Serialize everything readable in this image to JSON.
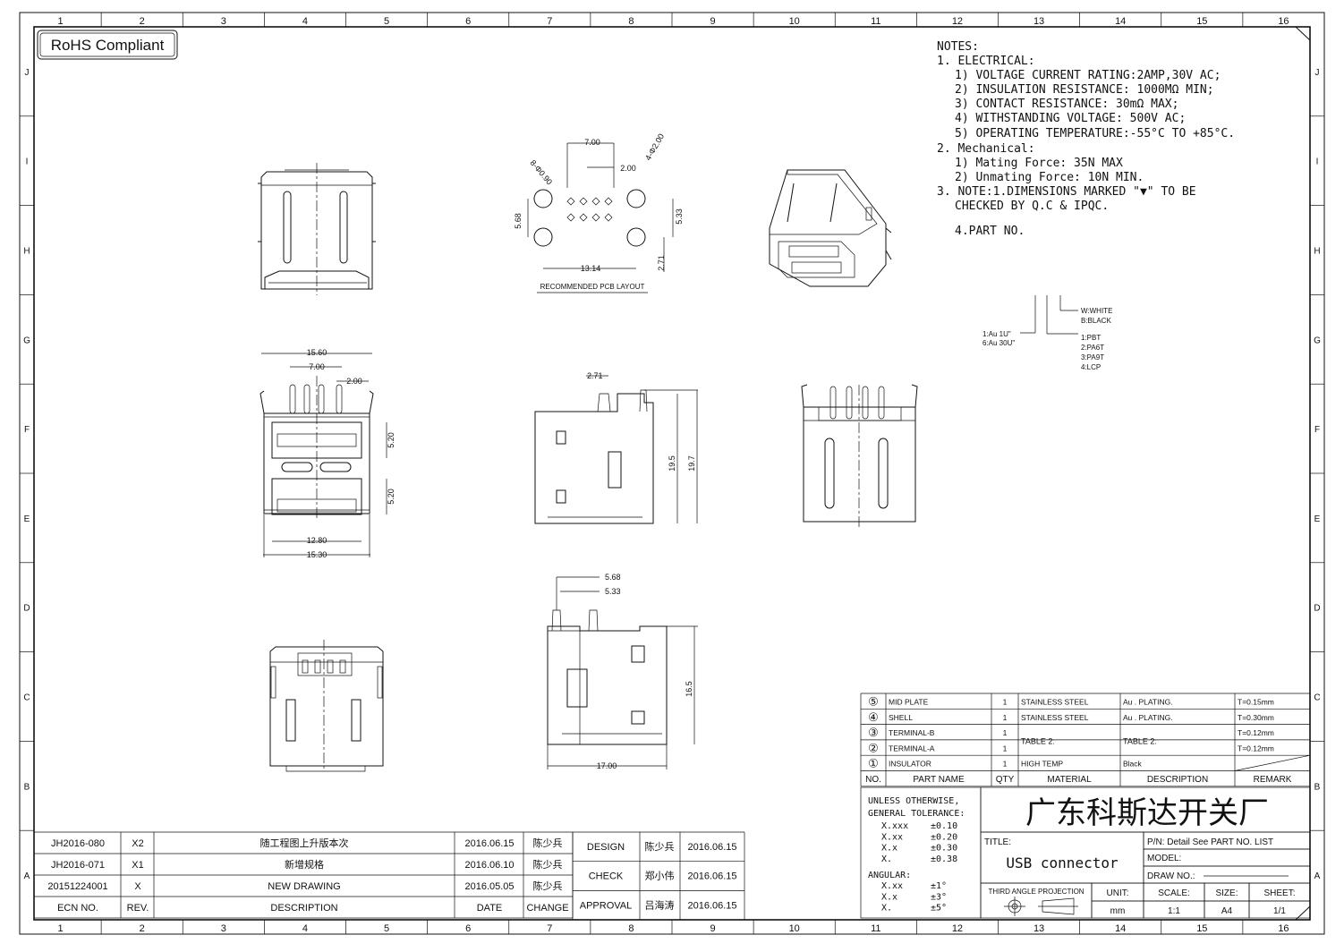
{
  "border": {
    "cols": [
      "1",
      "2",
      "3",
      "4",
      "5",
      "6",
      "7",
      "8",
      "9",
      "10",
      "11",
      "12",
      "13",
      "14",
      "15",
      "16"
    ],
    "rows": [
      "J",
      "I",
      "H",
      "G",
      "F",
      "E",
      "D",
      "C",
      "B",
      "A"
    ]
  },
  "rohs": "RoHS Compliant",
  "notes": {
    "lines": [
      "NOTES:",
      "1. ELECTRICAL:",
      "1) VOLTAGE CURRENT RATING:2AMP,30V AC;",
      "2) INSULATION RESISTANCE: 1000MΩ MIN;",
      "3) CONTACT RESISTANCE: 30mΩ MAX;",
      "4) WITHSTANDING VOLTAGE: 500V AC;",
      "5) OPERATING TEMPERATURE:-55°C TO +85°C.",
      "2. Mechanical:",
      "1) Mating Force:  35N MAX",
      "2) Unmating Force:  10N MIN.",
      "3. NOTE:1.DIMENSIONS MARKED \"▼\" TO BE",
      "CHECKED BY Q.C & IPQC.",
      "4.PART NO."
    ]
  },
  "part_no_tree": {
    "plating": [
      "1:Au 1U\"",
      "6:Au 30U\""
    ],
    "color": [
      "W:WHITE",
      "B:BLACK"
    ],
    "material": [
      "1:PBT",
      "2:PA6T",
      "3:PA9T",
      "4:LCP"
    ]
  },
  "pcb": {
    "label": "RECOMMENDED PCB LAYOUT",
    "dims": [
      "7.00",
      "2.00",
      "4-Φ2.00",
      "8-Φ0.90",
      "5.68",
      "5.33",
      "2.71",
      "13.14"
    ]
  },
  "front_dims": [
    "15.60",
    "7.00",
    "2.00",
    "5.20",
    "5.20",
    "12.80",
    "15.30"
  ],
  "side_dims": [
    "2.71",
    "19.5",
    "19.7"
  ],
  "bottom_dims": [
    "5.68",
    "5.33",
    "16.5",
    "17.00"
  ],
  "bom": {
    "rows": [
      {
        "no": "⑤",
        "name": "MID PLATE",
        "qty": "1",
        "material": "STAINLESS STEEL",
        "desc": "Au . PLATING.",
        "remark": "T=0.15mm"
      },
      {
        "no": "④",
        "name": "SHELL",
        "qty": "1",
        "material": "STAINLESS STEEL",
        "desc": "Au . PLATING.",
        "remark": "T=0.30mm"
      },
      {
        "no": "③",
        "name": "TERMINAL-B",
        "qty": "1",
        "material": "TABLE 2:",
        "desc": "TABLE 2:",
        "remark": "T=0.12mm"
      },
      {
        "no": "②",
        "name": "TERMINAL-A",
        "qty": "1",
        "material": "",
        "desc": "",
        "remark": "T=0.12mm"
      },
      {
        "no": "①",
        "name": "INSULATOR",
        "qty": "1",
        "material": "HIGH TEMP",
        "desc": "Black",
        "remark": ""
      }
    ],
    "header": {
      "no": "NO.",
      "name": "PART NAME",
      "qty": "QTY",
      "material": "MATERIAL",
      "desc": "DESCRIPTION",
      "remark": "REMARK"
    }
  },
  "tolerance": {
    "title1": "UNLESS OTHERWISE,",
    "title2": "GENERAL TOLERANCE:",
    "rows": [
      [
        "X.xxx",
        "±0.10"
      ],
      [
        "X.xx",
        "±0.20"
      ],
      [
        "X.x",
        "±0.30"
      ],
      [
        "X.",
        "±0.38"
      ]
    ],
    "angular": "ANGULAR:",
    "arows": [
      [
        "X.xx",
        "±1°"
      ],
      [
        "X.x",
        "±3°"
      ],
      [
        "X.",
        "±5°"
      ]
    ]
  },
  "company": "广东科斯达开关厂",
  "title_label": "TITLE:",
  "title_value": "USB connector",
  "pn": "P/N: Detail See PART NO. LIST",
  "model": "MODEL:",
  "drawno": "DRAW NO.:",
  "projection": "THIRD ANGLE PROJECTION",
  "unit_label": "UNIT:",
  "unit": "mm",
  "scale_label": "SCALE:",
  "scale": "1:1",
  "size_label": "SIZE:",
  "size": "A4",
  "sheet_label": "SHEET:",
  "sheet": "1/1",
  "revisions": [
    {
      "ecn": "JH2016-080",
      "rev": "X2",
      "desc": "随工程图上升版本次",
      "date": "2016.06.15",
      "change": "陈少兵"
    },
    {
      "ecn": "JH2016-071",
      "rev": "X1",
      "desc": "新增规格",
      "date": "2016.06.10",
      "change": "陈少兵"
    },
    {
      "ecn": "20151224001",
      "rev": "X",
      "desc": "NEW DRAWING",
      "date": "2016.05.05",
      "change": "陈少兵"
    }
  ],
  "rev_header": {
    "ecn": "ECN NO.",
    "rev": "REV.",
    "desc": "DESCRIPTION",
    "date": "DATE",
    "change": "CHANGE"
  },
  "approvals": [
    {
      "role": "DESIGN",
      "name": "陈少兵",
      "date": "2016.06.15"
    },
    {
      "role": "CHECK",
      "name": "郑小伟",
      "date": "2016.06.15"
    },
    {
      "role": "APPROVAL",
      "name": "吕海涛",
      "date": "2016.06.15"
    }
  ]
}
